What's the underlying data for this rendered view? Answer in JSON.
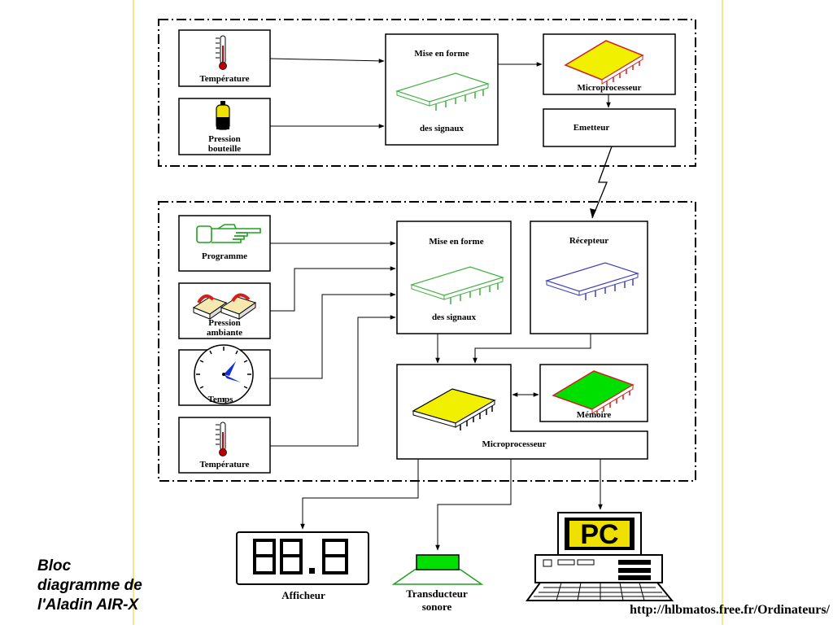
{
  "caption": {
    "line1": "Bloc",
    "line2": "diagramme de",
    "line3": "l'Aladin AIR-X"
  },
  "url": "http://hlbmatos.free.fr/Ordinateurs/",
  "transmitter": {
    "temperature": "Température",
    "pression_line1": "Pression",
    "pression_line2": "bouteille",
    "shaping_line1": "Mise en forme",
    "shaping_line2": "des signaux",
    "microprocessor": "Microprocesseur",
    "emitter": "Emetteur"
  },
  "receiver": {
    "programme": "Programme",
    "pression_line1": "Pression",
    "pression_line2": "ambiante",
    "temps": "Temps",
    "temperature": "Température",
    "shaping_line1": "Mise en forme",
    "shaping_line2": "des signaux",
    "receiver": "Récepteur",
    "memory": "Mémoire",
    "microprocessor": "Microprocesseur"
  },
  "outputs": {
    "display_label": "Afficheur",
    "display_digits": "88.8",
    "transducer_line1": "Transducteur",
    "transducer_line2": "sonore",
    "pc_screen": "PC"
  },
  "colors": {
    "frame_border": "#f0e060",
    "chip_yellow": "#f0f000",
    "chip_green": "#00e000",
    "chip_outline_green": "#40b040",
    "chip_outline_blue": "#4040c0",
    "chip_red": "#d02020",
    "thermo_red": "#c00000",
    "bottle_yellow": "#f0e000",
    "clock_blue": "#1030d0",
    "hand_green": "#20a020"
  },
  "icons": [
    "thermometer-icon",
    "gas-bottle-icon",
    "pointing-hand-icon",
    "pressure-sensor-icon",
    "clock-icon",
    "chip-icon",
    "seven-segment-display-icon",
    "speaker-icon",
    "computer-icon",
    "lightning-icon"
  ]
}
